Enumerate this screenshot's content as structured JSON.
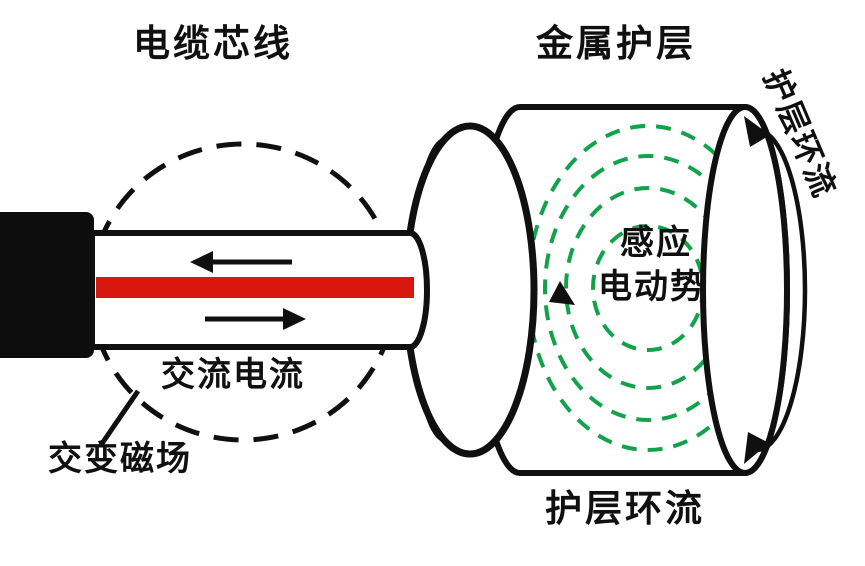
{
  "diagram": {
    "labels": {
      "cable_core": "电缆芯线",
      "metal_sheath": "金属护层",
      "sheath_loop_side": "护层环流",
      "induced_emf_line1": "感应",
      "induced_emf_line2": "电动势",
      "ac_current": "交流电流",
      "alternating_field": "交变磁场",
      "sheath_loop_bottom": "护层环流"
    },
    "colors": {
      "background": "#ffffff",
      "outline": "#101010",
      "cable_jacket_black": "#0d0d0d",
      "core_stripe_red": "#d8170e",
      "sheath_band_blue": "#1b82d6",
      "eddy_loop_green": "#12a24b"
    },
    "icons": {
      "current_arrow_left": "arrow-left",
      "current_arrow_right": "arrow-right",
      "circulation_arrow": "curved-double-headed-arrow",
      "emf_direction_arrow": "small-up-arrowhead",
      "field_pointer": "tick-line"
    }
  }
}
